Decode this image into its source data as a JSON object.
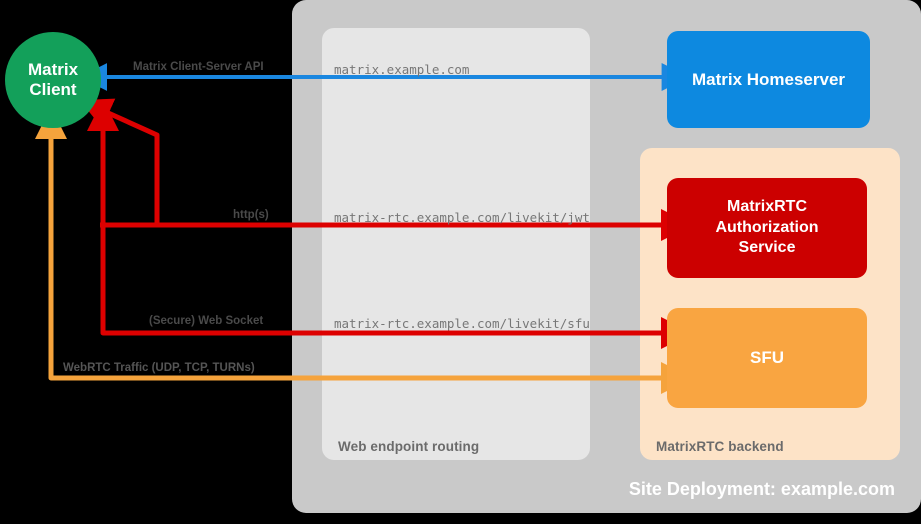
{
  "diagram": {
    "title": "MatrixRTC Site Deployment Architecture",
    "background": "#000000",
    "site_title": "Site Deployment: example.com"
  },
  "containers": [
    {
      "id": "site",
      "label": "Site Deployment: example.com",
      "color": "#c9c9c9"
    },
    {
      "id": "web_routing",
      "label": "Web endpoint routing",
      "color": "#e6e6e6"
    },
    {
      "id": "rtc_backend",
      "label": "MatrixRTC backend",
      "color": "#fde3c7"
    }
  ],
  "nodes": [
    {
      "id": "client",
      "label": "Matrix\nClient",
      "line1": "Matrix",
      "line2": "Client",
      "shape": "circle",
      "color": "#13a05a"
    },
    {
      "id": "homeserver",
      "label": "Matrix Homeserver",
      "shape": "rounded-rect",
      "color": "#0d89e0"
    },
    {
      "id": "auth",
      "label": "MatrixRTC Authorization Service",
      "line1": "MatrixRTC",
      "line2": "Authorization",
      "line3": "Service",
      "shape": "rounded-rect",
      "color": "#cc0000"
    },
    {
      "id": "sfu",
      "label": "SFU",
      "shape": "rounded-rect",
      "color": "#f9a541"
    }
  ],
  "edges": [
    {
      "id": "cs-api",
      "protocol_label": "Matrix Client-Server API",
      "endpoint": "matrix.example.com",
      "color": "#1a87e0",
      "from": "homeserver",
      "to": "client",
      "direction": "left"
    },
    {
      "id": "livekit-jwt",
      "protocol_label": "http(s)",
      "endpoint": "matrix-rtc.example.com/livekit/jwt",
      "color": "#dd0000",
      "from": "client",
      "to": "auth",
      "direction": "right"
    },
    {
      "id": "livekit-sfu",
      "protocol_label": "(Secure) Web Socket",
      "endpoint": "matrix-rtc.example.com/livekit/sfu",
      "color": "#dd0000",
      "from": "client",
      "to": "sfu",
      "direction": "right"
    },
    {
      "id": "webrtc-media",
      "protocol_label": "WebRTC Traffic (UDP, TCP, TURNs)",
      "endpoint": "",
      "color": "#f5a33c",
      "from": "client",
      "to": "sfu",
      "direction": "right"
    }
  ],
  "labels": {
    "cs_api": "Matrix Client-Server API",
    "https": "http(s)",
    "web_socket": "(Secure) Web Socket",
    "webrtc": "WebRTC Traffic (UDP, TCP, TURNs)",
    "ep_matrix": "matrix.example.com",
    "ep_jwt": "matrix-rtc.example.com/livekit/jwt",
    "ep_sfu": "matrix-rtc.example.com/livekit/sfu",
    "cap_web": "Web endpoint routing",
    "cap_rtc": "MatrixRTC backend",
    "node_client_l1": "Matrix",
    "node_client_l2": "Client",
    "node_homeserver": "Matrix Homeserver",
    "node_auth_l1": "MatrixRTC",
    "node_auth_l2": "Authorization",
    "node_auth_l3": "Service",
    "node_sfu": "SFU",
    "site_title": "Site Deployment: example.com"
  }
}
